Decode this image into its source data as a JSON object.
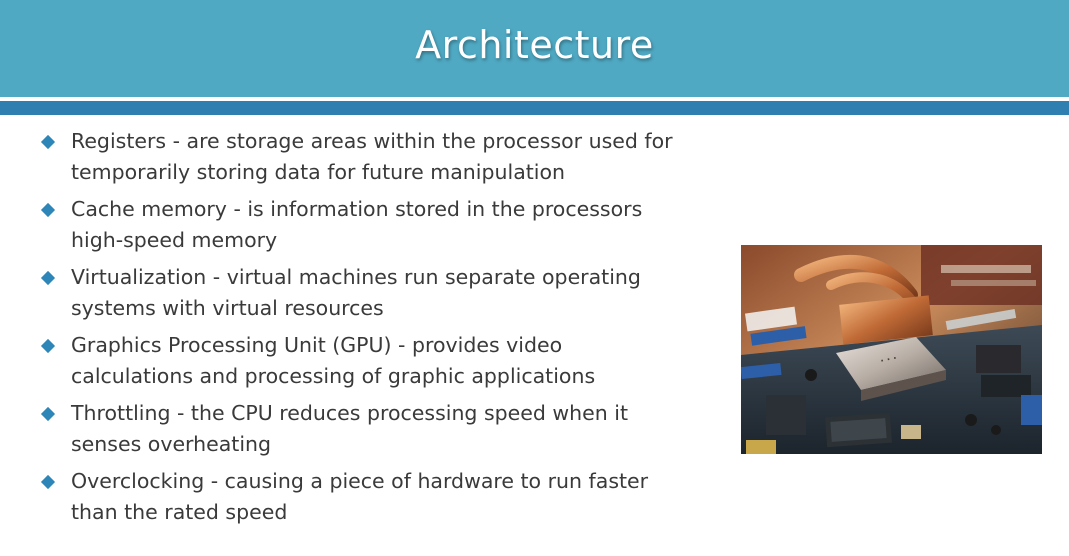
{
  "slide": {
    "title": "Architecture",
    "bullets": [
      {
        "text": "Registers - are storage areas within the processor used for temporarily storing data for future manipulation"
      },
      {
        "text": "Cache memory - is information stored in the processors high-speed memory"
      },
      {
        "text": "Virtualization - virtual machines run separate operating systems with virtual resources"
      },
      {
        "text": "Graphics Processing Unit (GPU) - provides video calculations and processing of graphic applications"
      },
      {
        "text": "Throttling - the CPU reduces processing speed when it senses overheating"
      },
      {
        "text": "Overclocking - causing a piece of hardware to run faster than the rated speed"
      }
    ],
    "image": {
      "icon": "motherboard-photo"
    }
  },
  "colors": {
    "header": "#4fa9c3",
    "divider": "#2f7fb0",
    "bullet": "#2e86b8",
    "text": "#3a3a3a"
  }
}
